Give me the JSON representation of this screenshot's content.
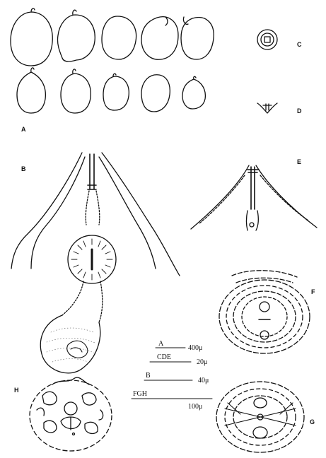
{
  "panels": {
    "a": "A",
    "b": "B",
    "c": "C",
    "d": "D",
    "e": "E",
    "f": "F",
    "g": "G",
    "h": "H"
  },
  "scale_bars": [
    {
      "label": "A",
      "value": "400μ"
    },
    {
      "label": "CDE",
      "value": "20μ"
    },
    {
      "label": "B",
      "value": "40μ"
    },
    {
      "label": "FGH",
      "value": "100μ"
    }
  ],
  "colors": {
    "ink": "#111111",
    "paper": "#ffffff",
    "stipple": "#555555"
  }
}
